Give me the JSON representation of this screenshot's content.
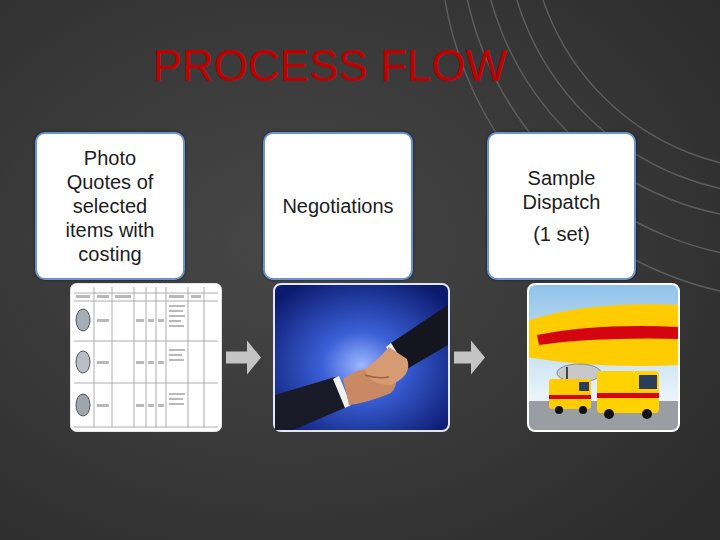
{
  "diagram": {
    "title": "PROCESS FLOW",
    "nodes": [
      {
        "text": [
          "Photo Quotes of selected items with costing"
        ]
      },
      {
        "text": [
          "Negotiations"
        ]
      },
      {
        "text": [
          "Sample Dispatch",
          "(1 set)"
        ]
      }
    ],
    "edges": [
      {
        "from": 0,
        "to": 1,
        "arrow": "to"
      },
      {
        "from": 1,
        "to": 2,
        "arrow": "to"
      }
    ]
  }
}
